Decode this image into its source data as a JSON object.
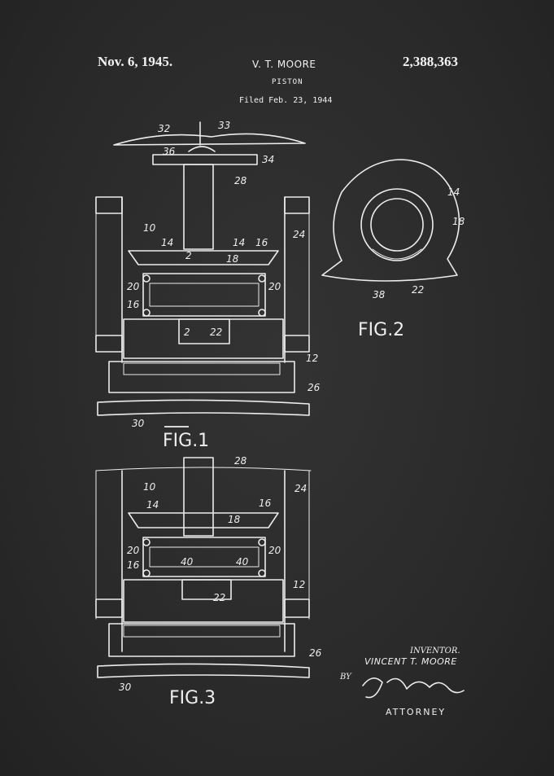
{
  "header": {
    "date": "Nov. 6, 1945.",
    "inventor": "V. T. MOORE",
    "patent_number": "2,388,363",
    "title": "PISTON",
    "filed": "Filed Feb. 23, 1944"
  },
  "figures": {
    "fig1": {
      "label": "FIG.1",
      "refs": {
        "r32": "32",
        "r33": "33",
        "r36": "36",
        "r34": "34",
        "r28": "28",
        "r10": "10",
        "r14a": "14",
        "r14b": "14",
        "r16a": "16",
        "r16b": "16",
        "r18": "18",
        "r24": "24",
        "r2a": "2",
        "r2b": "2",
        "r20a": "20",
        "r20b": "20",
        "r22": "22",
        "r12": "12",
        "r26": "26",
        "r30": "30"
      }
    },
    "fig2": {
      "label": "FIG.2",
      "refs": {
        "r14": "14",
        "r18": "18",
        "r38": "38",
        "r22": "22"
      }
    },
    "fig3": {
      "label": "FIG.3",
      "refs": {
        "r28": "28",
        "r10": "10",
        "r24": "24",
        "r14": "14",
        "r16": "16",
        "r18": "18",
        "r20a": "20",
        "r20b": "20",
        "r16b": "16",
        "r40a": "40",
        "r40b": "40",
        "r22": "22",
        "r12": "12",
        "r26": "26",
        "r30": "30"
      }
    }
  },
  "signature": {
    "inventor_label": "INVENTOR.",
    "inventor_name": "VINCENT T. MOORE",
    "by_label": "BY",
    "attorney_label": "ATTORNEY"
  },
  "colors": {
    "background": "#2b2b2b",
    "ink": "#ececec"
  }
}
